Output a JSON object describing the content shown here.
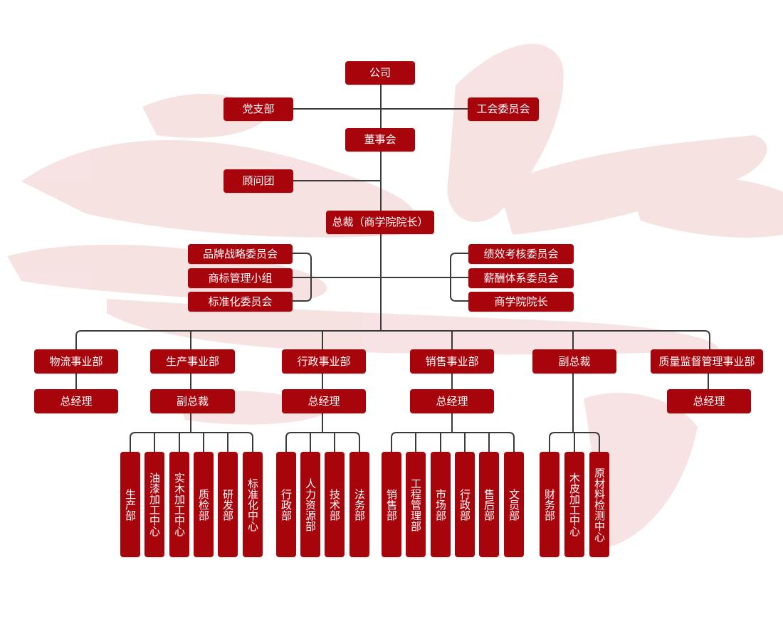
{
  "colors": {
    "box": "#a8040c",
    "line": "#3a3a3a",
    "brush": "#f6dede"
  },
  "top": {
    "company": "公司",
    "party_branch": "党支部",
    "union_committee": "工会委员会",
    "board": "董事会",
    "advisors": "顾问团",
    "president": "总裁（商学院院长）"
  },
  "left_committees": [
    "品牌战略委员会",
    "商标管理小组",
    "标准化委员会"
  ],
  "right_committees": [
    "绩效考核委员会",
    "薪酬体系委员会",
    "商学院院长"
  ],
  "divisions": [
    {
      "name": "物流事业部",
      "head": "总经理",
      "units": []
    },
    {
      "name": "生产事业部",
      "head": "副总裁",
      "units": [
        "生产部",
        "油漆加工中心",
        "实木加工中心",
        "质检部",
        "研发部",
        "标准化中心"
      ]
    },
    {
      "name": "行政事业部",
      "head": "总经理",
      "units": [
        "行政部",
        "人力资源部",
        "技术部",
        "法务部"
      ]
    },
    {
      "name": "销售事业部",
      "head": "总经理",
      "units": [
        "销售部",
        "工程管理部",
        "市场部",
        "行政部",
        "售后部",
        "文员部"
      ]
    },
    {
      "name": "副总裁",
      "head": "",
      "units": [
        "财务部",
        "木皮加工中心",
        "原材料检测中心"
      ]
    },
    {
      "name": "质量监督管理事业部",
      "head": "总经理",
      "units": []
    }
  ]
}
